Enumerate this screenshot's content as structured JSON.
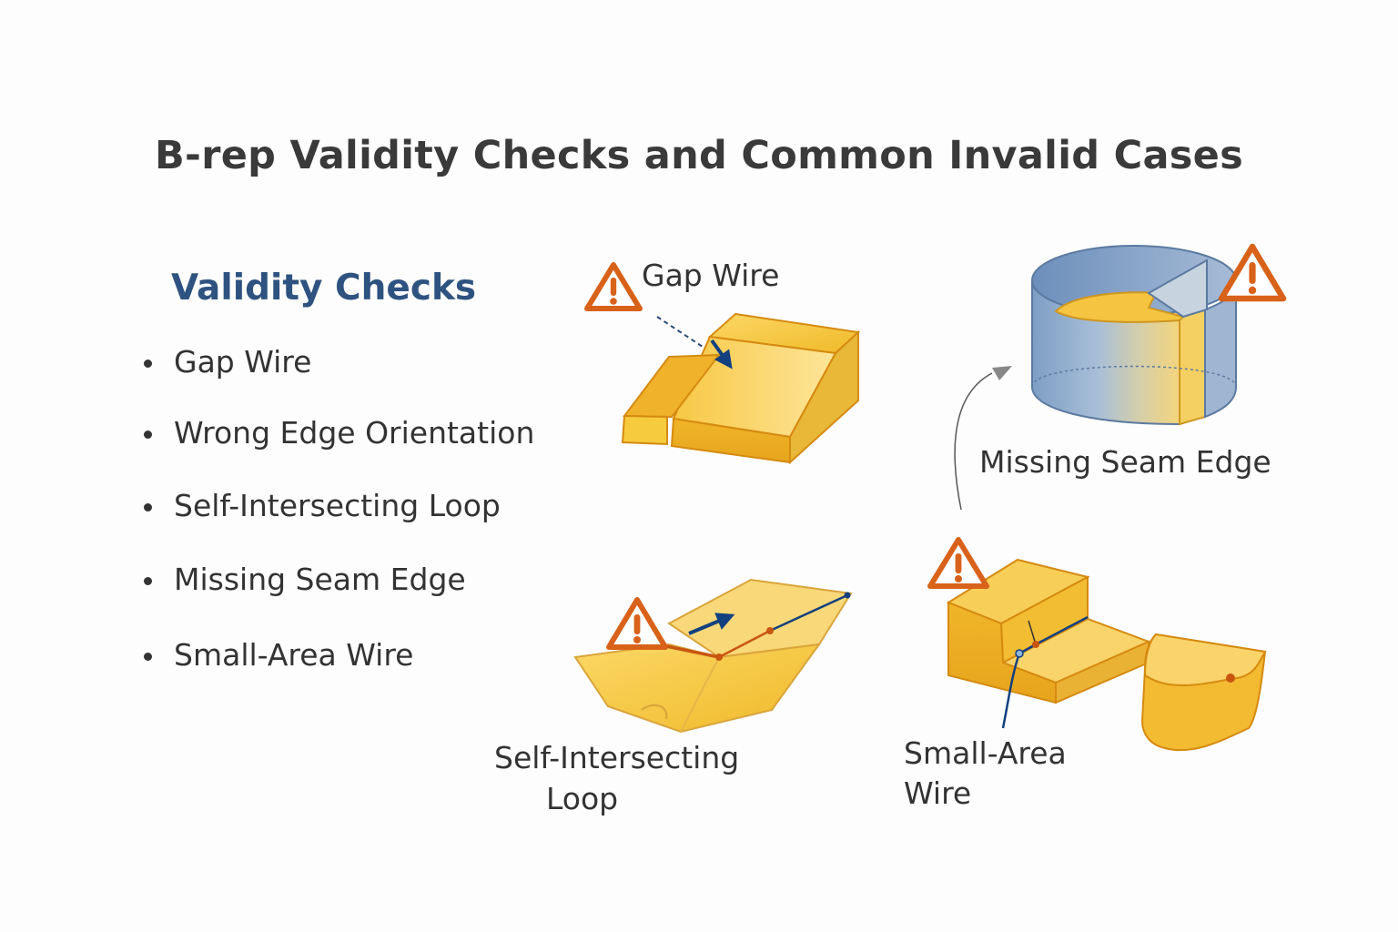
{
  "title": "B-rep Validity Checks and Common Invalid Cases",
  "checks": {
    "heading": "Validity Checks",
    "items": [
      {
        "label": "Gap Wire"
      },
      {
        "label": "Wrong Edge Orientation"
      },
      {
        "label": "Self-Intersecting Loop"
      },
      {
        "label": "Missing Seam Edge"
      },
      {
        "label": "Small-Area Wire"
      }
    ]
  },
  "cases": {
    "gap_wire": {
      "label": "Gap Wire",
      "icon": "warning-icon"
    },
    "missing_seam": {
      "label": "Missing Seam Edge",
      "icon": "warning-icon"
    },
    "self_intersecting": {
      "label_line1": "Self-Intersecting",
      "label_line2": "Loop",
      "icon": "warning-icon"
    },
    "small_area": {
      "label_line1": "Small-Area",
      "label_line2": "Wire",
      "icon": "warning-icon"
    }
  },
  "colors": {
    "title": "#3a3a3a",
    "heading": "#2f5380",
    "warning": "#d9621a",
    "solid_fill": "#f5c440",
    "solid_stroke": "#d58a10",
    "cylinder_fill": "#8ea9c8",
    "cylinder_stroke": "#5b7aa0",
    "arrow": "#13407e"
  }
}
